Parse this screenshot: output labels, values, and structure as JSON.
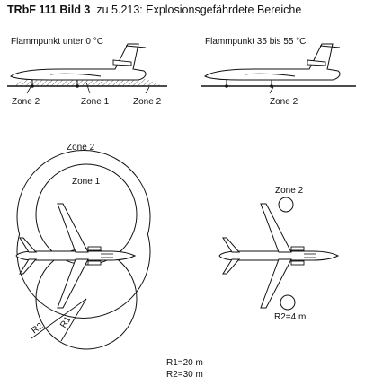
{
  "header": {
    "bold": "TRbF 111 Bild 3",
    "rest": "zu  5.213: Explosionsgefährdete Bereiche"
  },
  "side_left": {
    "caption": "Flammpunkt unter 0 °C",
    "labels": [
      "Zone 2",
      "Zone 1",
      "Zone 2"
    ]
  },
  "side_right": {
    "caption": "Flammpunkt 35 bis 55 °C",
    "labels": [
      "Zone 2"
    ]
  },
  "top_left": {
    "zone_outer": "Zone 2",
    "zone_inner": "Zone 1",
    "r2": "R2",
    "r1": "R1",
    "legend": [
      "R1=20 m",
      "R2=30 m"
    ]
  },
  "top_right": {
    "zone": "Zone 2",
    "radius": "R2=4 m"
  },
  "colors": {
    "ink": "#111111",
    "hatch": "#444444",
    "background": "#ffffff"
  }
}
